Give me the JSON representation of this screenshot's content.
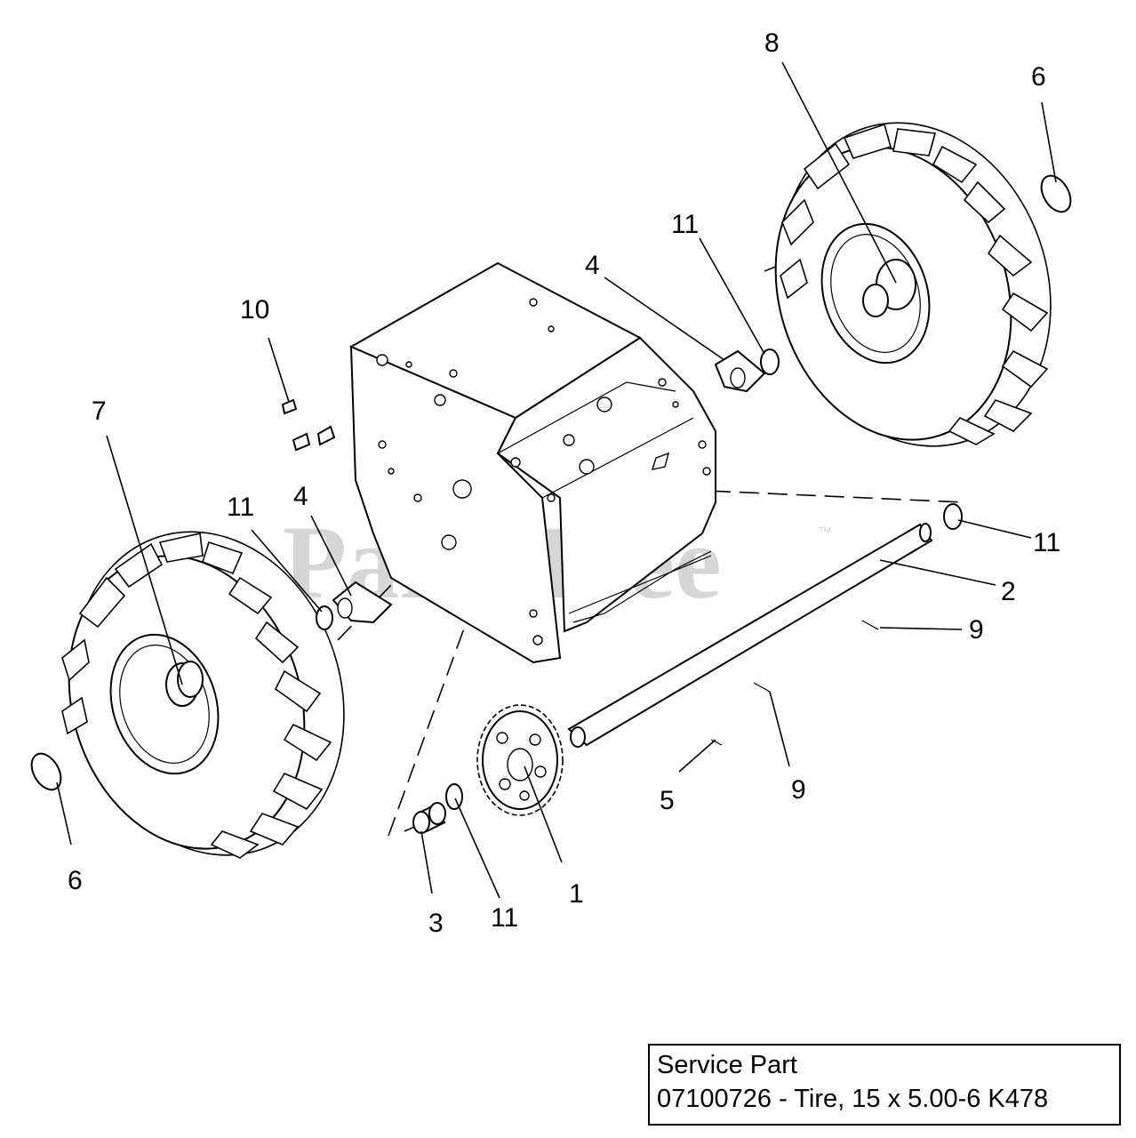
{
  "watermark": {
    "text": "PartsTree",
    "trademark": "™"
  },
  "callouts": {
    "c8": "8",
    "c6_top": "6",
    "c11_upper": "11",
    "c4_upper": "4",
    "c10": "10",
    "c7": "7",
    "c11_left": "11",
    "c4_lower": "4",
    "c11_right": "11",
    "c2": "2",
    "c9_upper": "9",
    "c9_lower": "9",
    "c5": "5",
    "c1": "1",
    "c11_bottom": "11",
    "c3": "3",
    "c6_bottom": "6"
  },
  "service_part": {
    "title": "Service Part",
    "description": "07100726 - Tire, 15 x 5.00-6 K478"
  }
}
